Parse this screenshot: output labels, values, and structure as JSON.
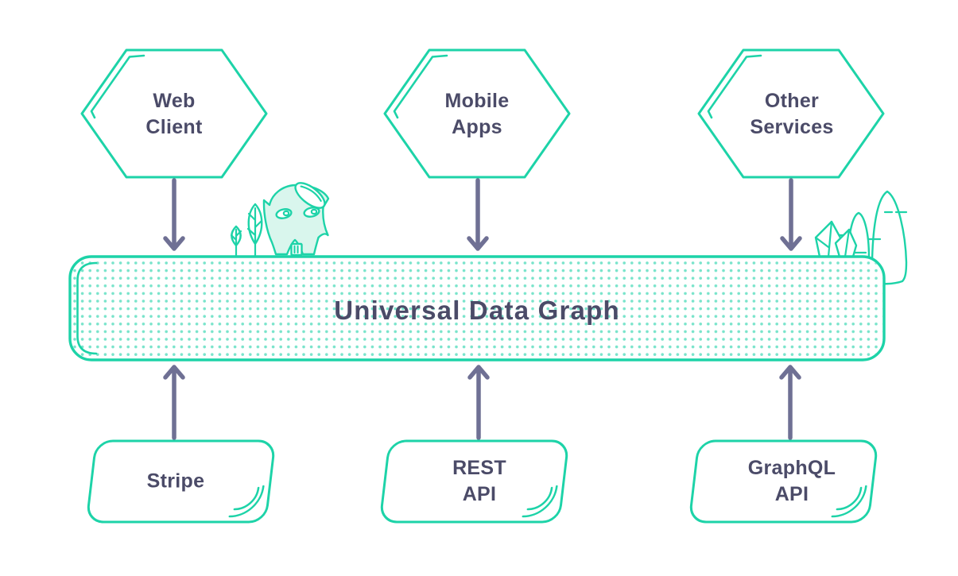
{
  "palette": {
    "teal": "#1dd3a8",
    "teal_fill": "#d9f6ed",
    "dots": "#79e4cb",
    "ink": "#4b4b68",
    "arrow": "#6f7094",
    "background": "#ffffff"
  },
  "hub": {
    "title": "Universal Data Graph"
  },
  "clients": [
    {
      "id": "web-client",
      "line1": "Web",
      "line2": "Client"
    },
    {
      "id": "mobile-apps",
      "line1": "Mobile",
      "line2": "Apps"
    },
    {
      "id": "other-services",
      "line1": "Other",
      "line2": "Services"
    }
  ],
  "sources": [
    {
      "id": "stripe",
      "line1": "Stripe",
      "line2": ""
    },
    {
      "id": "rest-api",
      "line1": "REST",
      "line2": "API"
    },
    {
      "id": "graphql-api",
      "line1": "GraphQL",
      "line2": "API"
    }
  ],
  "decorations": {
    "left": [
      "leaf-plant-icon",
      "small-leaf-plant-icon",
      "ghost-mascot-icon"
    ],
    "right": [
      "crystals-icon",
      "small-hill-cactus-icon",
      "big-hill-cactus-icon"
    ]
  }
}
